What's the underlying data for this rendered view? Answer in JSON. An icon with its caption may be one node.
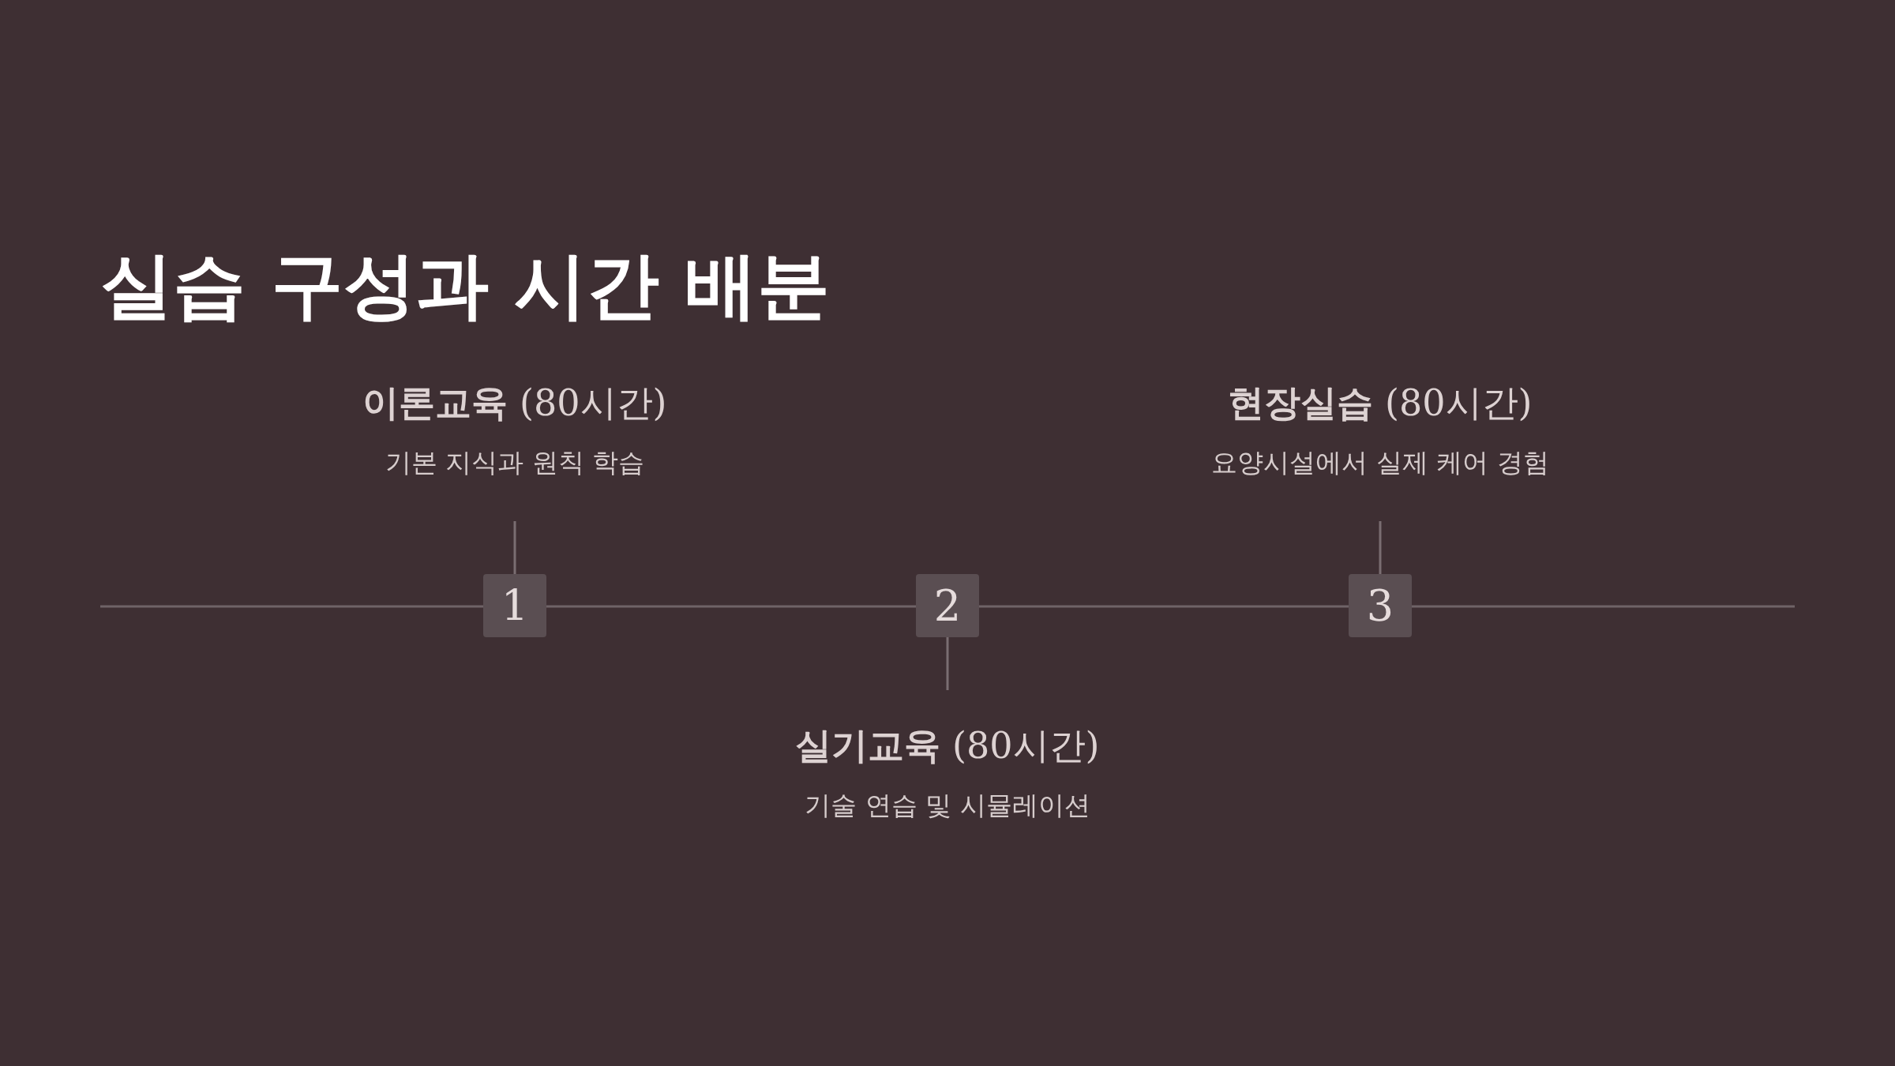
{
  "diagram": {
    "title": "실습 구성과 시간 배분",
    "nodes": [
      {
        "text": [
          "1"
        ]
      },
      {
        "text": [
          "**이론교육** (80시간)",
          "기본 지식과 원칙 학습"
        ]
      },
      {
        "text": [
          "2"
        ]
      },
      {
        "text": [
          "**실기교육** (80시간)",
          "기술 연습 및 시뮬레이션"
        ]
      },
      {
        "text": [
          "3"
        ]
      },
      {
        "text": [
          "**현장실습** (80시간)",
          "요양시설에서 실제 케어 경험"
        ]
      }
    ],
    "edges": [
      {
        "from": 0,
        "to": 1,
        "arrow": "none"
      },
      {
        "from": 2,
        "to": 3,
        "arrow": "none"
      },
      {
        "from": 4,
        "to": 5,
        "arrow": "none"
      }
    ]
  }
}
